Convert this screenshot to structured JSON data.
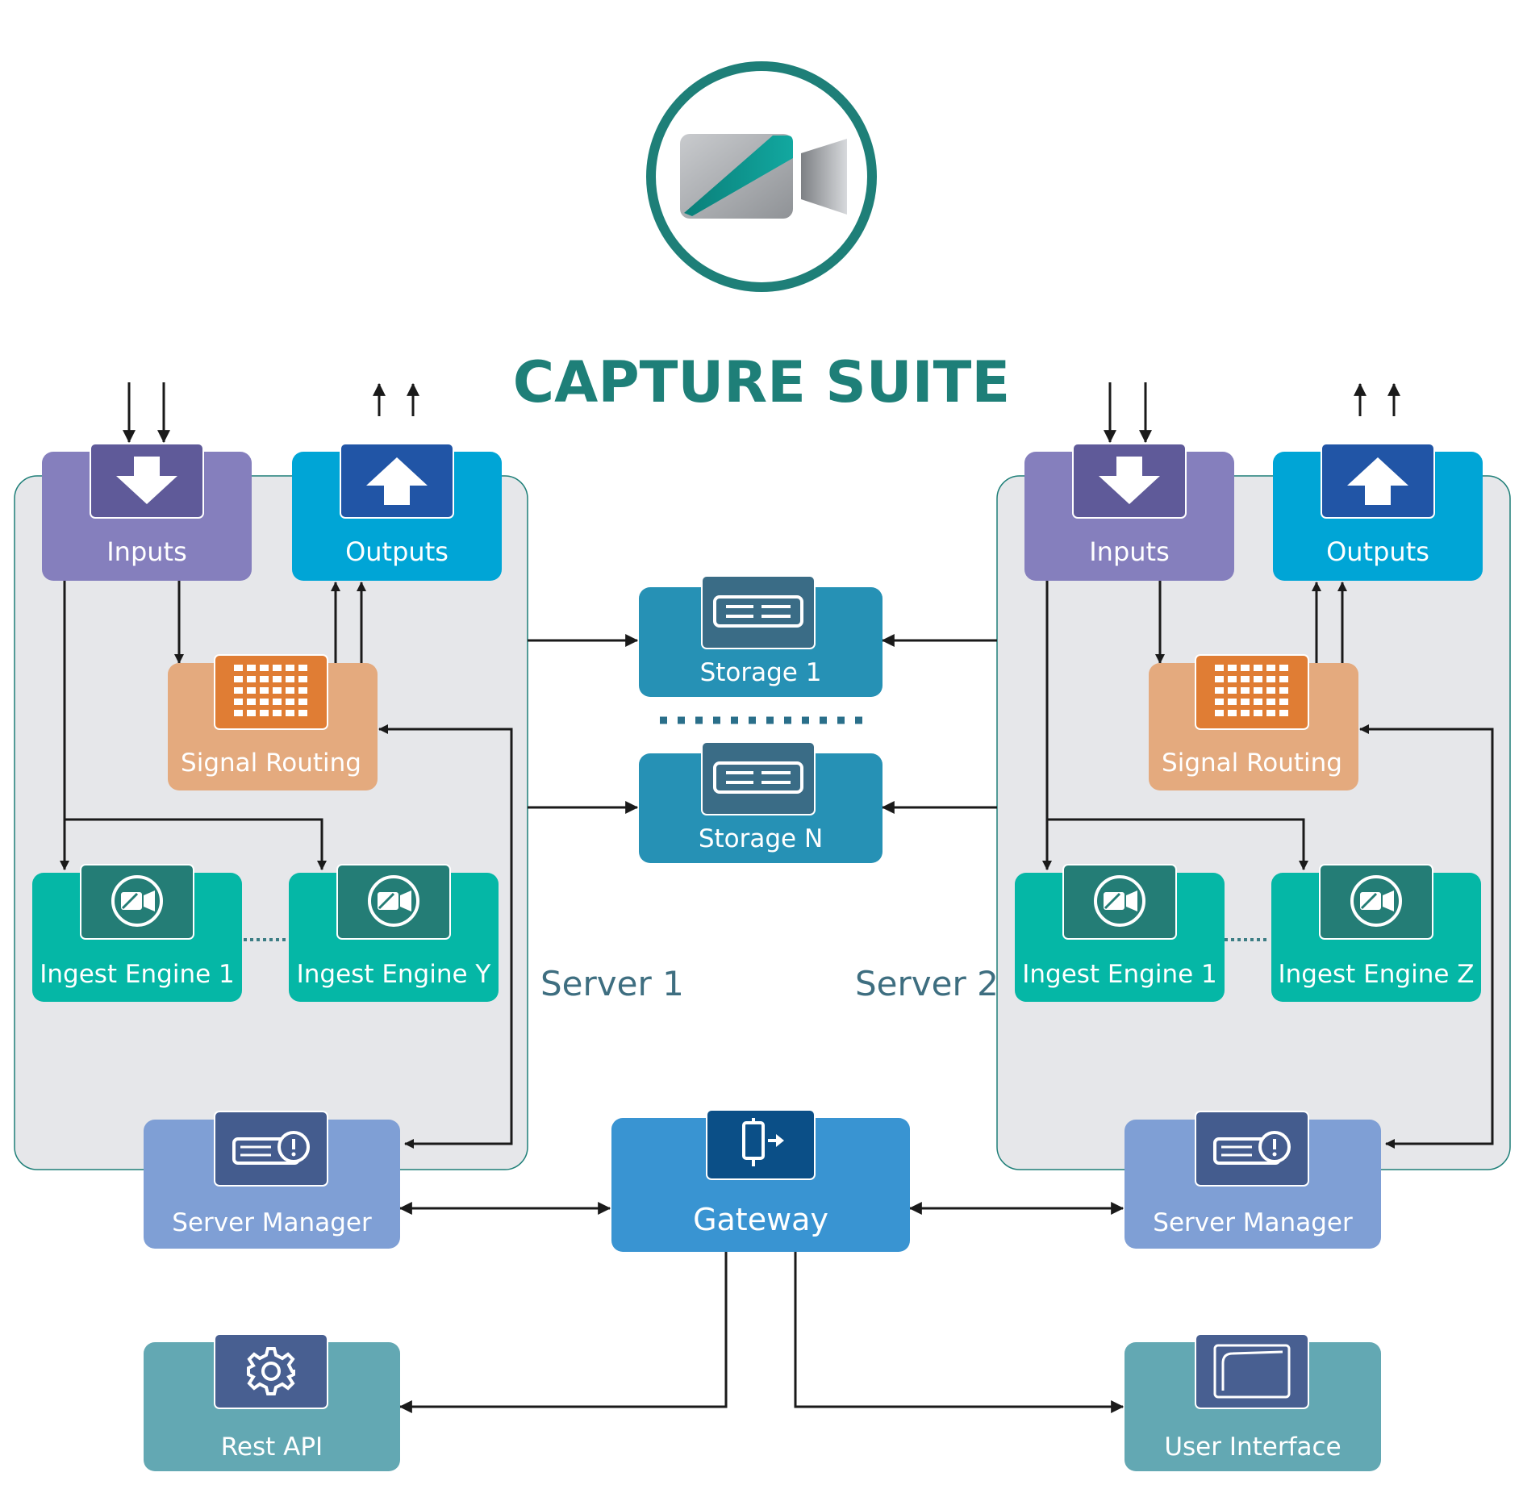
{
  "title": "CAPTURE SUITE",
  "colors": {
    "teal_brand": "#1e7f78",
    "server_panel": "#e6e7ea",
    "inputs": "#857fbd",
    "inputs_icon": "#5f5a99",
    "outputs": "#00a5d6",
    "outputs_icon": "#2155a6",
    "signal_routing": "#e4aa7e",
    "signal_routing_icon": "#e07d34",
    "ingest_engine": "#05b7a6",
    "ingest_engine_icon": "#247d76",
    "storage": "#2691b5",
    "storage_icon": "#3a6c86",
    "gateway": "#3994d2",
    "gateway_icon": "#0b4f87",
    "server_manager": "#7f9fd5",
    "server_manager_icon": "#445c8e",
    "client": "#63a8b3",
    "client_icon": "#485f91",
    "arrow": "#1a1a1a"
  },
  "server1": {
    "label": "Server 1",
    "inputs": {
      "label": "Inputs",
      "icon": "arrow-down-icon"
    },
    "outputs": {
      "label": "Outputs",
      "icon": "arrow-up-icon"
    },
    "signal_routing": {
      "label": "Signal Routing",
      "icon": "router-grid-icon"
    },
    "ingest_engine_first": {
      "label": "Ingest Engine 1",
      "icon": "camera-icon"
    },
    "ingest_engine_last": {
      "label": "Ingest Engine Y",
      "icon": "camera-icon"
    },
    "server_manager": {
      "label": "Server Manager",
      "icon": "server-alert-icon"
    }
  },
  "server2": {
    "label": "Server 2",
    "inputs": {
      "label": "Inputs",
      "icon": "arrow-down-icon"
    },
    "outputs": {
      "label": "Outputs",
      "icon": "arrow-up-icon"
    },
    "signal_routing": {
      "label": "Signal Routing",
      "icon": "router-grid-icon"
    },
    "ingest_engine_first": {
      "label": "Ingest Engine 1",
      "icon": "camera-icon"
    },
    "ingest_engine_last": {
      "label": "Ingest Engine Z",
      "icon": "camera-icon"
    },
    "server_manager": {
      "label": "Server Manager",
      "icon": "server-alert-icon"
    }
  },
  "storage_first": {
    "label": "Storage 1",
    "icon": "storage-icon"
  },
  "storage_last": {
    "label": "Storage N",
    "icon": "storage-icon"
  },
  "gateway": {
    "label": "Gateway",
    "icon": "gateway-icon"
  },
  "rest_api": {
    "label": "Rest API",
    "icon": "gear-icon"
  },
  "user_interface": {
    "label": "User Interface",
    "icon": "monitor-icon"
  }
}
